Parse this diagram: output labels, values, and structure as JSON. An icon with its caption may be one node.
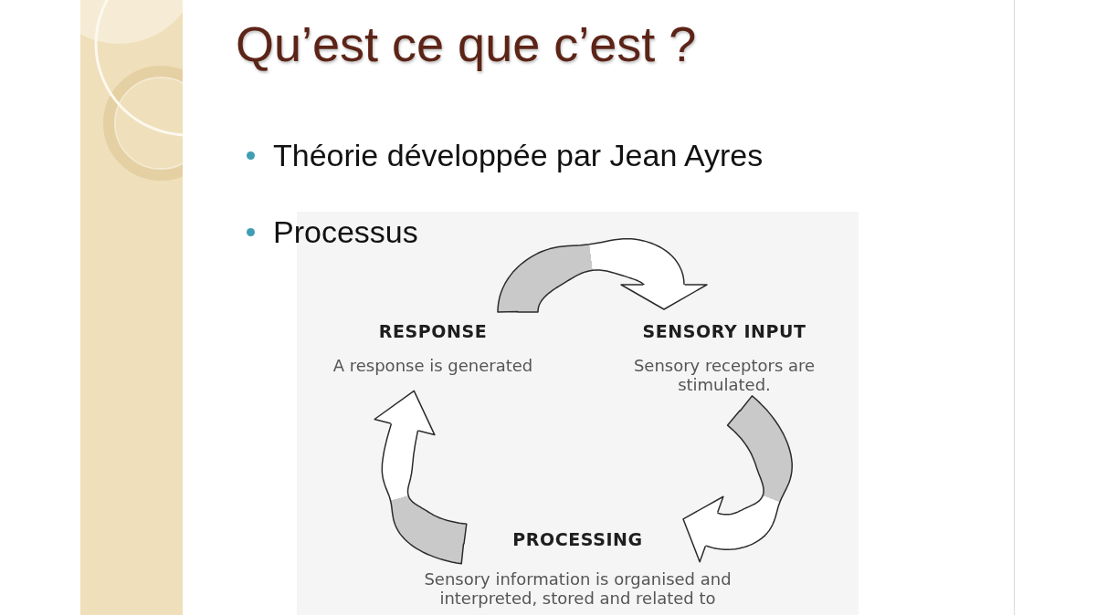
{
  "diagram": {
    "title": "Qu’est ce que c’est ?",
    "nodes": [
      {
        "text": [
          "RESPONSE",
          "A response is generated"
        ]
      },
      {
        "text": [
          "SENSORY INPUT",
          "Sensory receptors are stimulated."
        ]
      },
      {
        "text": [
          "PROCESSING",
          "Sensory information is organised and interpreted, stored and related to"
        ]
      }
    ],
    "edges": [
      {
        "from": 0,
        "to": 1,
        "arrow": "to"
      },
      {
        "from": 1,
        "to": 2,
        "arrow": "to"
      },
      {
        "from": 2,
        "to": 0,
        "arrow": "to"
      }
    ],
    "labels": [
      "Théorie développée par Jean Ayres",
      "Processus"
    ]
  }
}
